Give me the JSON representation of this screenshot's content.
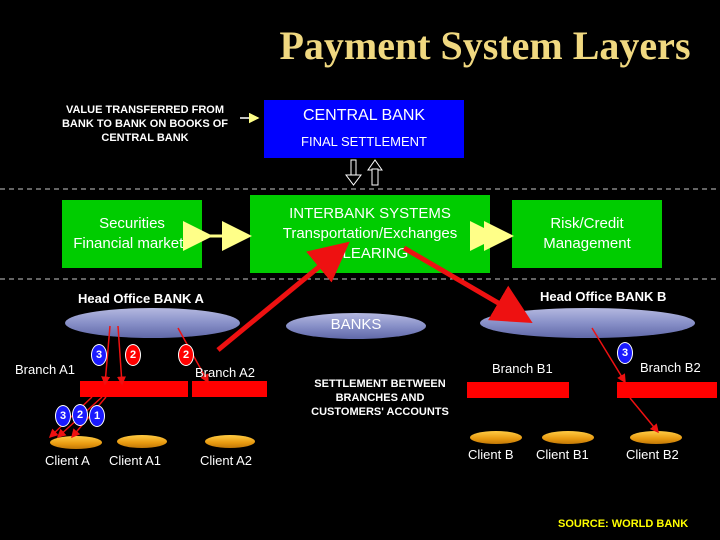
{
  "title": "Payment System Layers",
  "value_transferred_caption": "VALUE TRANSFERRED FROM BANK TO BANK ON BOOKS OF CENTRAL BANK",
  "central_bank": {
    "title": "CENTRAL BANK",
    "subtitle": "FINAL SETTLEMENT"
  },
  "securities": {
    "line1": "Securities",
    "line2": "Financial markets"
  },
  "interbank": {
    "line1": "INTERBANK SYSTEMS",
    "line2": "Transportation/Exchanges",
    "line3": "CLEARING"
  },
  "risk": {
    "line1": "Risk/Credit",
    "line2": "Management"
  },
  "head_office_a": "Head Office BANK A",
  "head_office_b": "Head Office BANK B",
  "banks_label": "BANKS",
  "branch_a1": "Branch A1",
  "branch_a2": "Branch A2",
  "branch_b1": "Branch B1",
  "branch_b2": "Branch B2",
  "settlement_caption": "SETTLEMENT BETWEEN BRANCHES AND CUSTOMERS' ACCOUNTS",
  "client_a": "Client A",
  "client_a1": "Client A1",
  "client_a2": "Client A2",
  "client_b": "Client B",
  "client_b1": "Client B1",
  "client_b2": "Client B2",
  "source": "SOURCE: WORLD BANK",
  "markers": {
    "a1_left": "3",
    "a1_right": "2",
    "a2": "2",
    "c1": "3",
    "c2": "2",
    "c3": "1",
    "b2": "3"
  },
  "colors": {
    "background": "#000000",
    "title": "#f0d880",
    "central_bank": "#0000ff",
    "systems_box": "#00cc00",
    "branch_bar": "#ff0000",
    "arrow_red": "#ee1111",
    "arrow_yellow": "#ffff88",
    "source": "#ffff00"
  }
}
